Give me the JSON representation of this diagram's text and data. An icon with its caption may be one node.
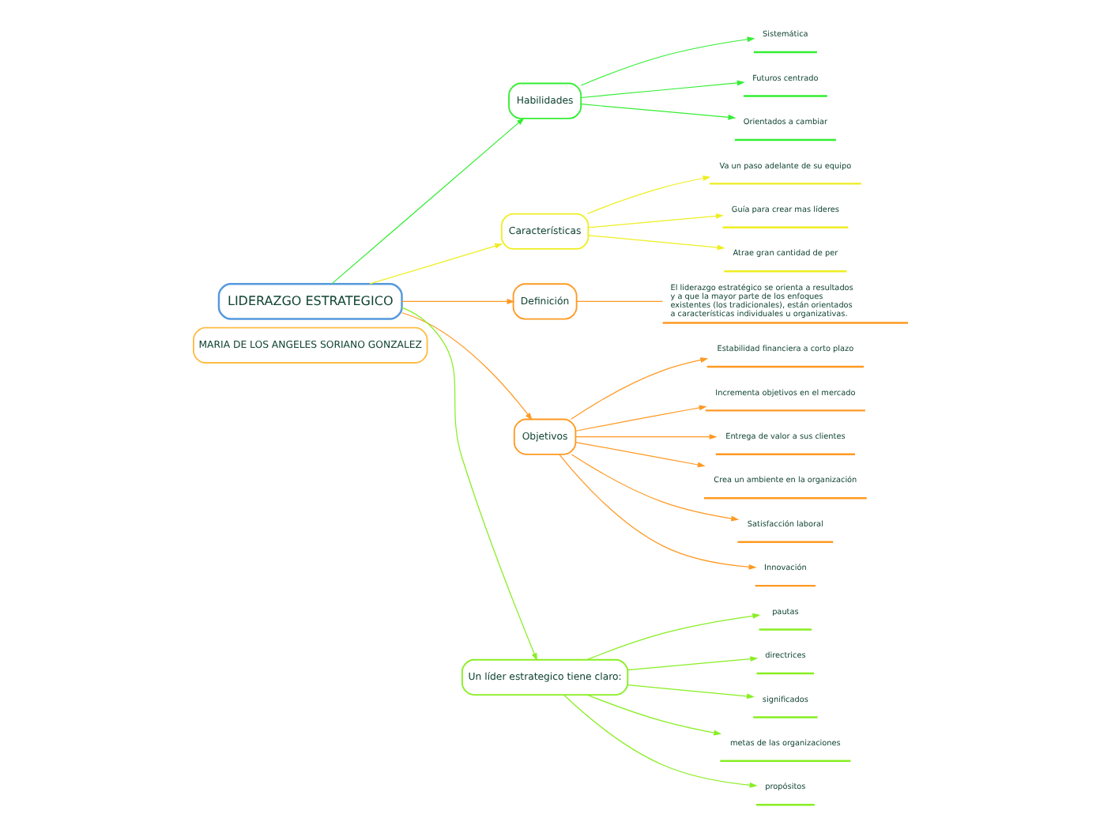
{
  "diagram": {
    "nodes": [
      {
        "text": [
          "MARIA DE LOS ANGELES SORIANO GONZALEZ"
        ]
      },
      {
        "text": [
          "LIDERAZGO ESTRATEGICO"
        ]
      },
      {
        "text": [
          "Habilidades"
        ]
      },
      {
        "text": [
          "Sistemática"
        ]
      },
      {
        "text": [
          "Futuros centrado"
        ]
      },
      {
        "text": [
          "Orientados a cambiar"
        ]
      },
      {
        "text": [
          "Características"
        ]
      },
      {
        "text": [
          "Va un paso adelante de su equipo"
        ]
      },
      {
        "text": [
          "Guía para crear mas líderes"
        ]
      },
      {
        "text": [
          "Atrae gran cantidad de per"
        ]
      },
      {
        "text": [
          "Definición"
        ]
      },
      {
        "text": [
          "El liderazgo estratégico se orienta a resultados y a que la mayor parte de los enfoques existentes (los tradicionales), están orientados a características individuales u organizativas."
        ]
      },
      {
        "text": [
          "Objetivos"
        ]
      },
      {
        "text": [
          "Estabilidad financiera a corto plazo"
        ]
      },
      {
        "text": [
          "Incrementa objetivos en el mercado"
        ]
      },
      {
        "text": [
          "Entrega de valor a sus clientes"
        ]
      },
      {
        "text": [
          "Crea un ambiente en la organización"
        ]
      },
      {
        "text": [
          "Satisfacción laboral"
        ]
      },
      {
        "text": [
          "Innovación"
        ]
      },
      {
        "text": [
          "Un líder estrategico tiene claro:"
        ]
      },
      {
        "text": [
          "pautas"
        ]
      },
      {
        "text": [
          "directrices"
        ]
      },
      {
        "text": [
          "significados"
        ]
      },
      {
        "text": [
          "metas de las organizaciones"
        ]
      },
      {
        "text": [
          "propósitos"
        ]
      }
    ],
    "edges": [
      {
        "from": 1,
        "to": 2,
        "arrow": "to",
        "color": "#33ee33"
      },
      {
        "from": 2,
        "to": 3,
        "arrow": "to",
        "color": "#33ee33"
      },
      {
        "from": 2,
        "to": 4,
        "arrow": "to",
        "color": "#33ee33"
      },
      {
        "from": 2,
        "to": 5,
        "arrow": "to",
        "color": "#33ee33"
      },
      {
        "from": 1,
        "to": 6,
        "arrow": "to",
        "color": "#eeee22"
      },
      {
        "from": 6,
        "to": 7,
        "arrow": "to",
        "color": "#eeee22"
      },
      {
        "from": 6,
        "to": 8,
        "arrow": "to",
        "color": "#eeee22"
      },
      {
        "from": 6,
        "to": 9,
        "arrow": "to",
        "color": "#eeee22"
      },
      {
        "from": 1,
        "to": 10,
        "arrow": "to"
      },
      {
        "from": 10,
        "to": 11,
        "arrow": "none"
      },
      {
        "from": 1,
        "to": 12,
        "arrow": "to"
      },
      {
        "from": 12,
        "to": 13,
        "arrow": "to"
      },
      {
        "from": 12,
        "to": 14,
        "arrow": "to"
      },
      {
        "from": 12,
        "to": 15,
        "arrow": "to"
      },
      {
        "from": 12,
        "to": 16,
        "arrow": "to"
      },
      {
        "from": 12,
        "to": 17,
        "arrow": "to"
      },
      {
        "from": 12,
        "to": 18,
        "arrow": "to"
      },
      {
        "from": 1,
        "to": 19,
        "arrow": "to",
        "color": "#88ee22"
      },
      {
        "from": 19,
        "to": 20,
        "arrow": "to",
        "color": "#88ee22"
      },
      {
        "from": 19,
        "to": 21,
        "arrow": "to",
        "color": "#88ee22"
      },
      {
        "from": 19,
        "to": 22,
        "arrow": "to",
        "color": "#88ee22"
      },
      {
        "from": 19,
        "to": 23,
        "arrow": "to",
        "color": "#88ee22"
      },
      {
        "from": 19,
        "to": 24,
        "arrow": "to",
        "color": "#88ee22"
      }
    ]
  }
}
